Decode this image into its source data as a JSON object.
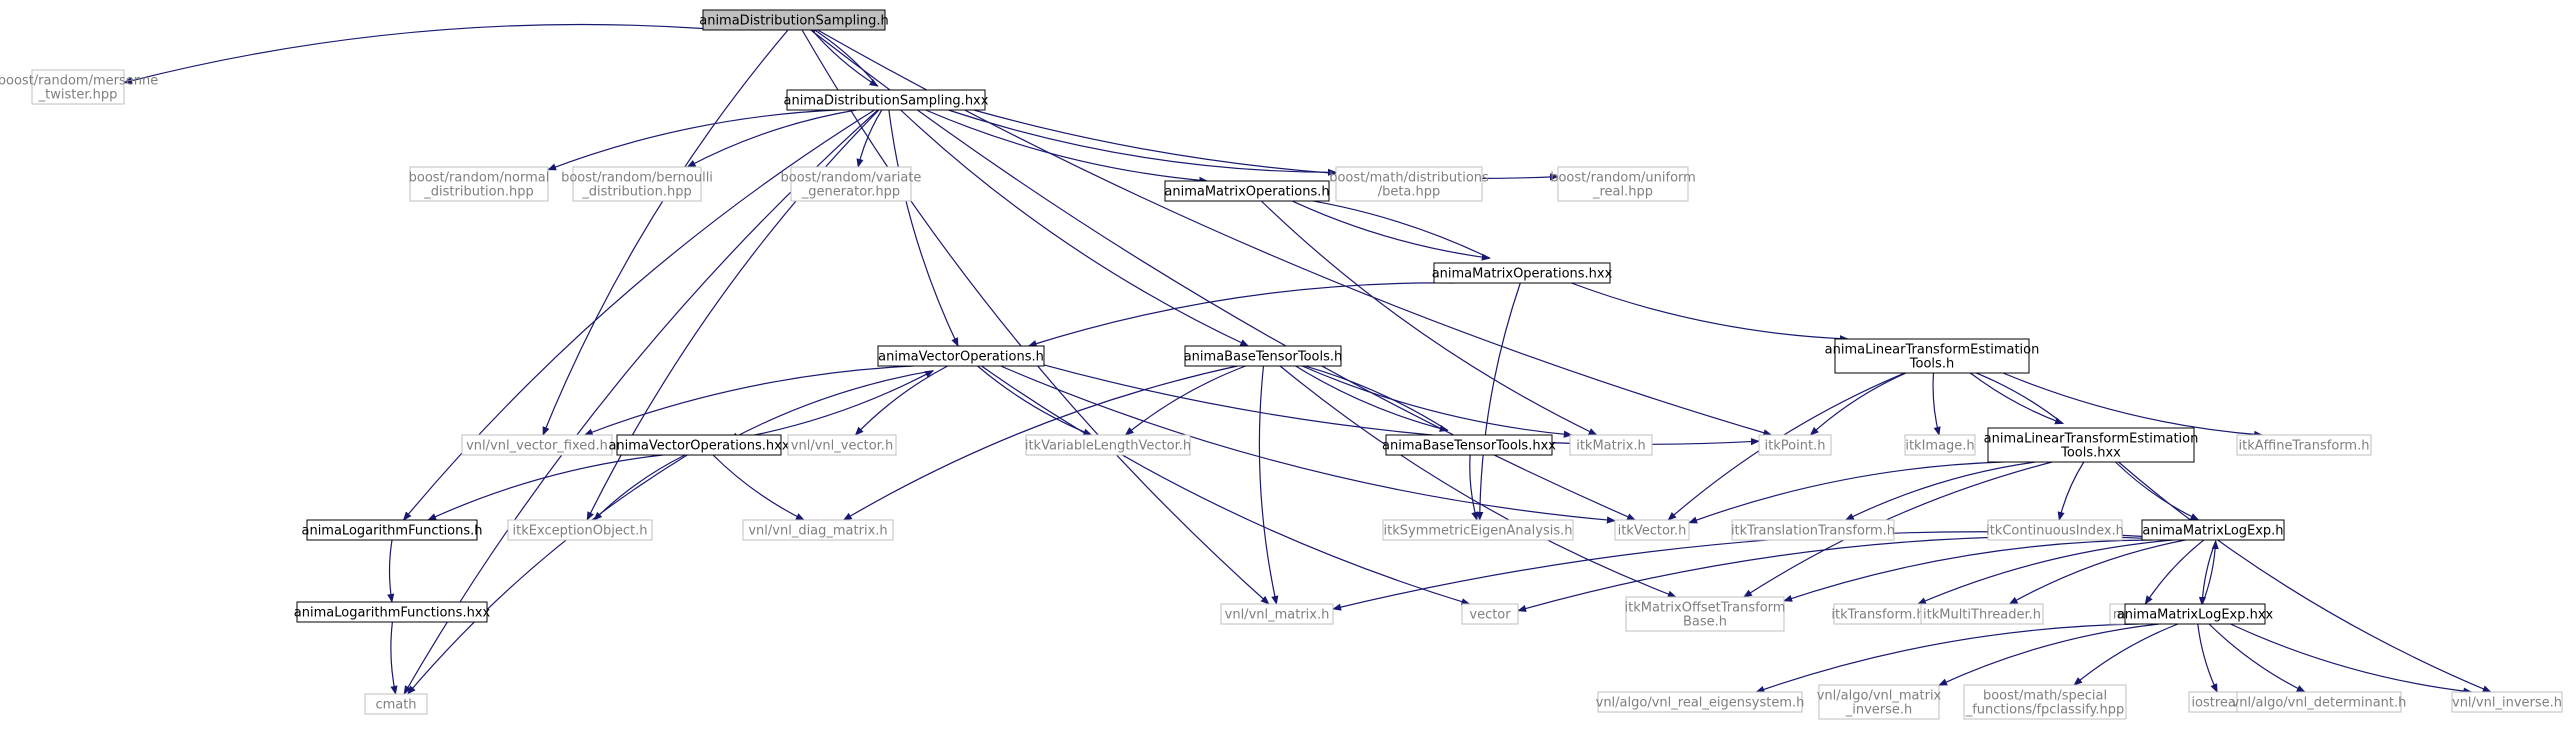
{
  "colors": {
    "edge": "#191970",
    "selected_fill": "#bfbfbf",
    "internal_border": "#000000",
    "external_border": "#bfbfbf",
    "external_text": "#7f7f7f",
    "internal_text": "#000000"
  },
  "nodes": [
    {
      "id": "n0",
      "kind": "selected",
      "lines": [
        "animaDistributionSampling.h"
      ]
    },
    {
      "id": "n1",
      "kind": "external",
      "lines": [
        "boost/random/mersenne",
        "_twister.hpp"
      ]
    },
    {
      "id": "n2",
      "kind": "internal",
      "lines": [
        "animaDistributionSampling.hxx"
      ]
    },
    {
      "id": "n3",
      "kind": "external",
      "lines": [
        "boost/random/normal",
        "_distribution.hpp"
      ]
    },
    {
      "id": "n4",
      "kind": "external",
      "lines": [
        "boost/random/bernoulli",
        "_distribution.hpp"
      ]
    },
    {
      "id": "n5",
      "kind": "external",
      "lines": [
        "boost/random/variate",
        "_generator.hpp"
      ]
    },
    {
      "id": "n6",
      "kind": "internal",
      "lines": [
        "animaMatrixOperations.h"
      ]
    },
    {
      "id": "n7",
      "kind": "external",
      "lines": [
        "boost/math/distributions",
        "/beta.hpp"
      ]
    },
    {
      "id": "n8",
      "kind": "external",
      "lines": [
        "boost/random/uniform",
        "_real.hpp"
      ]
    },
    {
      "id": "n9",
      "kind": "internal",
      "lines": [
        "animaMatrixOperations.hxx"
      ]
    },
    {
      "id": "n10",
      "kind": "internal",
      "lines": [
        "animaVectorOperations.h"
      ]
    },
    {
      "id": "n11",
      "kind": "internal",
      "lines": [
        "animaBaseTensorTools.h"
      ]
    },
    {
      "id": "n12",
      "kind": "internal",
      "lines": [
        "animaLinearTransformEstimation",
        "Tools.h"
      ]
    },
    {
      "id": "n13",
      "kind": "external",
      "lines": [
        "vnl/vnl_vector_fixed.h"
      ]
    },
    {
      "id": "n14",
      "kind": "internal",
      "lines": [
        "animaVectorOperations.hxx"
      ]
    },
    {
      "id": "n15",
      "kind": "external",
      "lines": [
        "vnl/vnl_vector.h"
      ]
    },
    {
      "id": "n16",
      "kind": "external",
      "lines": [
        "itkVariableLengthVector.h"
      ]
    },
    {
      "id": "n17",
      "kind": "internal",
      "lines": [
        "animaBaseTensorTools.hxx"
      ]
    },
    {
      "id": "n18",
      "kind": "external",
      "lines": [
        "itkMatrix.h"
      ]
    },
    {
      "id": "n19",
      "kind": "external",
      "lines": [
        "itkPoint.h"
      ]
    },
    {
      "id": "n20",
      "kind": "external",
      "lines": [
        "itkImage.h"
      ]
    },
    {
      "id": "n21",
      "kind": "internal",
      "lines": [
        "animaLinearTransformEstimation",
        "Tools.hxx"
      ]
    },
    {
      "id": "n22",
      "kind": "external",
      "lines": [
        "itkAffineTransform.h"
      ]
    },
    {
      "id": "n23",
      "kind": "internal",
      "lines": [
        "animaLogarithmFunctions.h"
      ]
    },
    {
      "id": "n24",
      "kind": "external",
      "lines": [
        "itkExceptionObject.h"
      ]
    },
    {
      "id": "n25",
      "kind": "external",
      "lines": [
        "vnl/vnl_diag_matrix.h"
      ]
    },
    {
      "id": "n26",
      "kind": "external",
      "lines": [
        "itkSymmetricEigenAnalysis.h"
      ]
    },
    {
      "id": "n27",
      "kind": "external",
      "lines": [
        "itkVector.h"
      ]
    },
    {
      "id": "n28",
      "kind": "external",
      "lines": [
        "itkTranslationTransform.h"
      ]
    },
    {
      "id": "n29",
      "kind": "external",
      "lines": [
        "itkContinuousIndex.h"
      ]
    },
    {
      "id": "n30",
      "kind": "internal",
      "lines": [
        "animaMatrixLogExp.h"
      ]
    },
    {
      "id": "n31",
      "kind": "internal",
      "lines": [
        "animaLogarithmFunctions.hxx"
      ]
    },
    {
      "id": "n32",
      "kind": "external",
      "lines": [
        "vnl/vnl_matrix.h"
      ]
    },
    {
      "id": "n33",
      "kind": "external",
      "lines": [
        "vector"
      ]
    },
    {
      "id": "n34",
      "kind": "external",
      "lines": [
        "itkMatrixOffsetTransform",
        "Base.h"
      ]
    },
    {
      "id": "n35",
      "kind": "external",
      "lines": [
        "itkTransform.h"
      ]
    },
    {
      "id": "n36",
      "kind": "external",
      "lines": [
        "itkMultiThreader.h"
      ]
    },
    {
      "id": "n37",
      "kind": "external",
      "lines": [
        "math.h"
      ]
    },
    {
      "id": "n38",
      "kind": "internal",
      "lines": [
        "animaMatrixLogExp.hxx"
      ]
    },
    {
      "id": "n39",
      "kind": "external",
      "lines": [
        "cmath"
      ]
    },
    {
      "id": "n40",
      "kind": "external",
      "lines": [
        "vnl/algo/vnl_real_eigensystem.h"
      ]
    },
    {
      "id": "n41",
      "kind": "external",
      "lines": [
        "vnl/algo/vnl_matrix",
        "_inverse.h"
      ]
    },
    {
      "id": "n42",
      "kind": "external",
      "lines": [
        "boost/math/special",
        "_functions/fpclassify.hpp"
      ]
    },
    {
      "id": "n43",
      "kind": "external",
      "lines": [
        "iostream"
      ]
    },
    {
      "id": "n44",
      "kind": "external",
      "lines": [
        "vnl/algo/vnl_determinant.h"
      ]
    },
    {
      "id": "n45",
      "kind": "external",
      "lines": [
        "vnl/vnl_inverse.h"
      ]
    }
  ],
  "edges": [
    [
      "n0",
      "n1"
    ],
    [
      "n0",
      "n2"
    ],
    [
      "n0",
      "n13"
    ],
    [
      "n0",
      "n19"
    ],
    [
      "n0",
      "n27"
    ],
    [
      "n0",
      "n32"
    ],
    [
      "n2",
      "n0"
    ],
    [
      "n2",
      "n3"
    ],
    [
      "n2",
      "n4"
    ],
    [
      "n2",
      "n5"
    ],
    [
      "n2",
      "n6"
    ],
    [
      "n2",
      "n7"
    ],
    [
      "n2",
      "n8"
    ],
    [
      "n2",
      "n10"
    ],
    [
      "n2",
      "n11"
    ],
    [
      "n2",
      "n23"
    ],
    [
      "n2",
      "n24"
    ],
    [
      "n2",
      "n39"
    ],
    [
      "n6",
      "n9"
    ],
    [
      "n6",
      "n18"
    ],
    [
      "n9",
      "n6"
    ],
    [
      "n9",
      "n10"
    ],
    [
      "n9",
      "n12"
    ],
    [
      "n9",
      "n26"
    ],
    [
      "n10",
      "n13"
    ],
    [
      "n10",
      "n14"
    ],
    [
      "n10",
      "n15"
    ],
    [
      "n10",
      "n16"
    ],
    [
      "n10",
      "n19"
    ],
    [
      "n10",
      "n27"
    ],
    [
      "n10",
      "n33"
    ],
    [
      "n14",
      "n10"
    ],
    [
      "n14",
      "n23"
    ],
    [
      "n14",
      "n24"
    ],
    [
      "n14",
      "n25"
    ],
    [
      "n14",
      "n39"
    ],
    [
      "n11",
      "n16"
    ],
    [
      "n11",
      "n17"
    ],
    [
      "n11",
      "n18"
    ],
    [
      "n11",
      "n25"
    ],
    [
      "n11",
      "n32"
    ],
    [
      "n11",
      "n34"
    ],
    [
      "n17",
      "n11"
    ],
    [
      "n17",
      "n26"
    ],
    [
      "n12",
      "n19"
    ],
    [
      "n12",
      "n20"
    ],
    [
      "n12",
      "n21"
    ],
    [
      "n12",
      "n22"
    ],
    [
      "n12",
      "n27"
    ],
    [
      "n21",
      "n12"
    ],
    [
      "n21",
      "n27"
    ],
    [
      "n21",
      "n28"
    ],
    [
      "n21",
      "n29"
    ],
    [
      "n21",
      "n30"
    ],
    [
      "n21",
      "n34"
    ],
    [
      "n21",
      "n45"
    ],
    [
      "n23",
      "n31"
    ],
    [
      "n31",
      "n39"
    ],
    [
      "n30",
      "n32"
    ],
    [
      "n30",
      "n33"
    ],
    [
      "n30",
      "n34"
    ],
    [
      "n30",
      "n35"
    ],
    [
      "n30",
      "n36"
    ],
    [
      "n30",
      "n37"
    ],
    [
      "n30",
      "n38"
    ],
    [
      "n38",
      "n30"
    ],
    [
      "n38",
      "n40"
    ],
    [
      "n38",
      "n41"
    ],
    [
      "n38",
      "n42"
    ],
    [
      "n38",
      "n43"
    ],
    [
      "n38",
      "n44"
    ],
    [
      "n38",
      "n45"
    ]
  ]
}
